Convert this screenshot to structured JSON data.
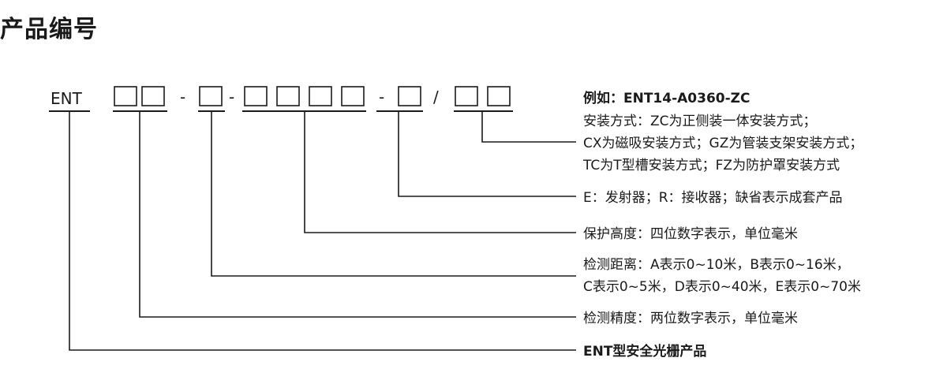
{
  "title": "产品编号",
  "code": {
    "prefix": "ENT",
    "dash1": "-",
    "dash2": "-",
    "dash3": "-",
    "slash": "/"
  },
  "example": "例如：ENT14-A0360-ZC",
  "install": {
    "line1": "安装方式：ZC为正侧装一体安装方式；",
    "line2": "CX为磁吸安装方式；GZ为管装支架安装方式；",
    "line3": "TC为T型槽安装方式；FZ为防护罩安装方式"
  },
  "emitter": "E：发射器；R：接收器；缺省表示成套产品",
  "height": "保护高度：四位数字表示，单位毫米",
  "distance": {
    "line1": "检测距离：A表示0~10米，B表示0~16米，",
    "line2": "C表示0~5米，D表示0~40米，E表示0~70米"
  },
  "precision": "检测精度：两位数字表示，单位毫米",
  "product": "ENT型安全光栅产品"
}
